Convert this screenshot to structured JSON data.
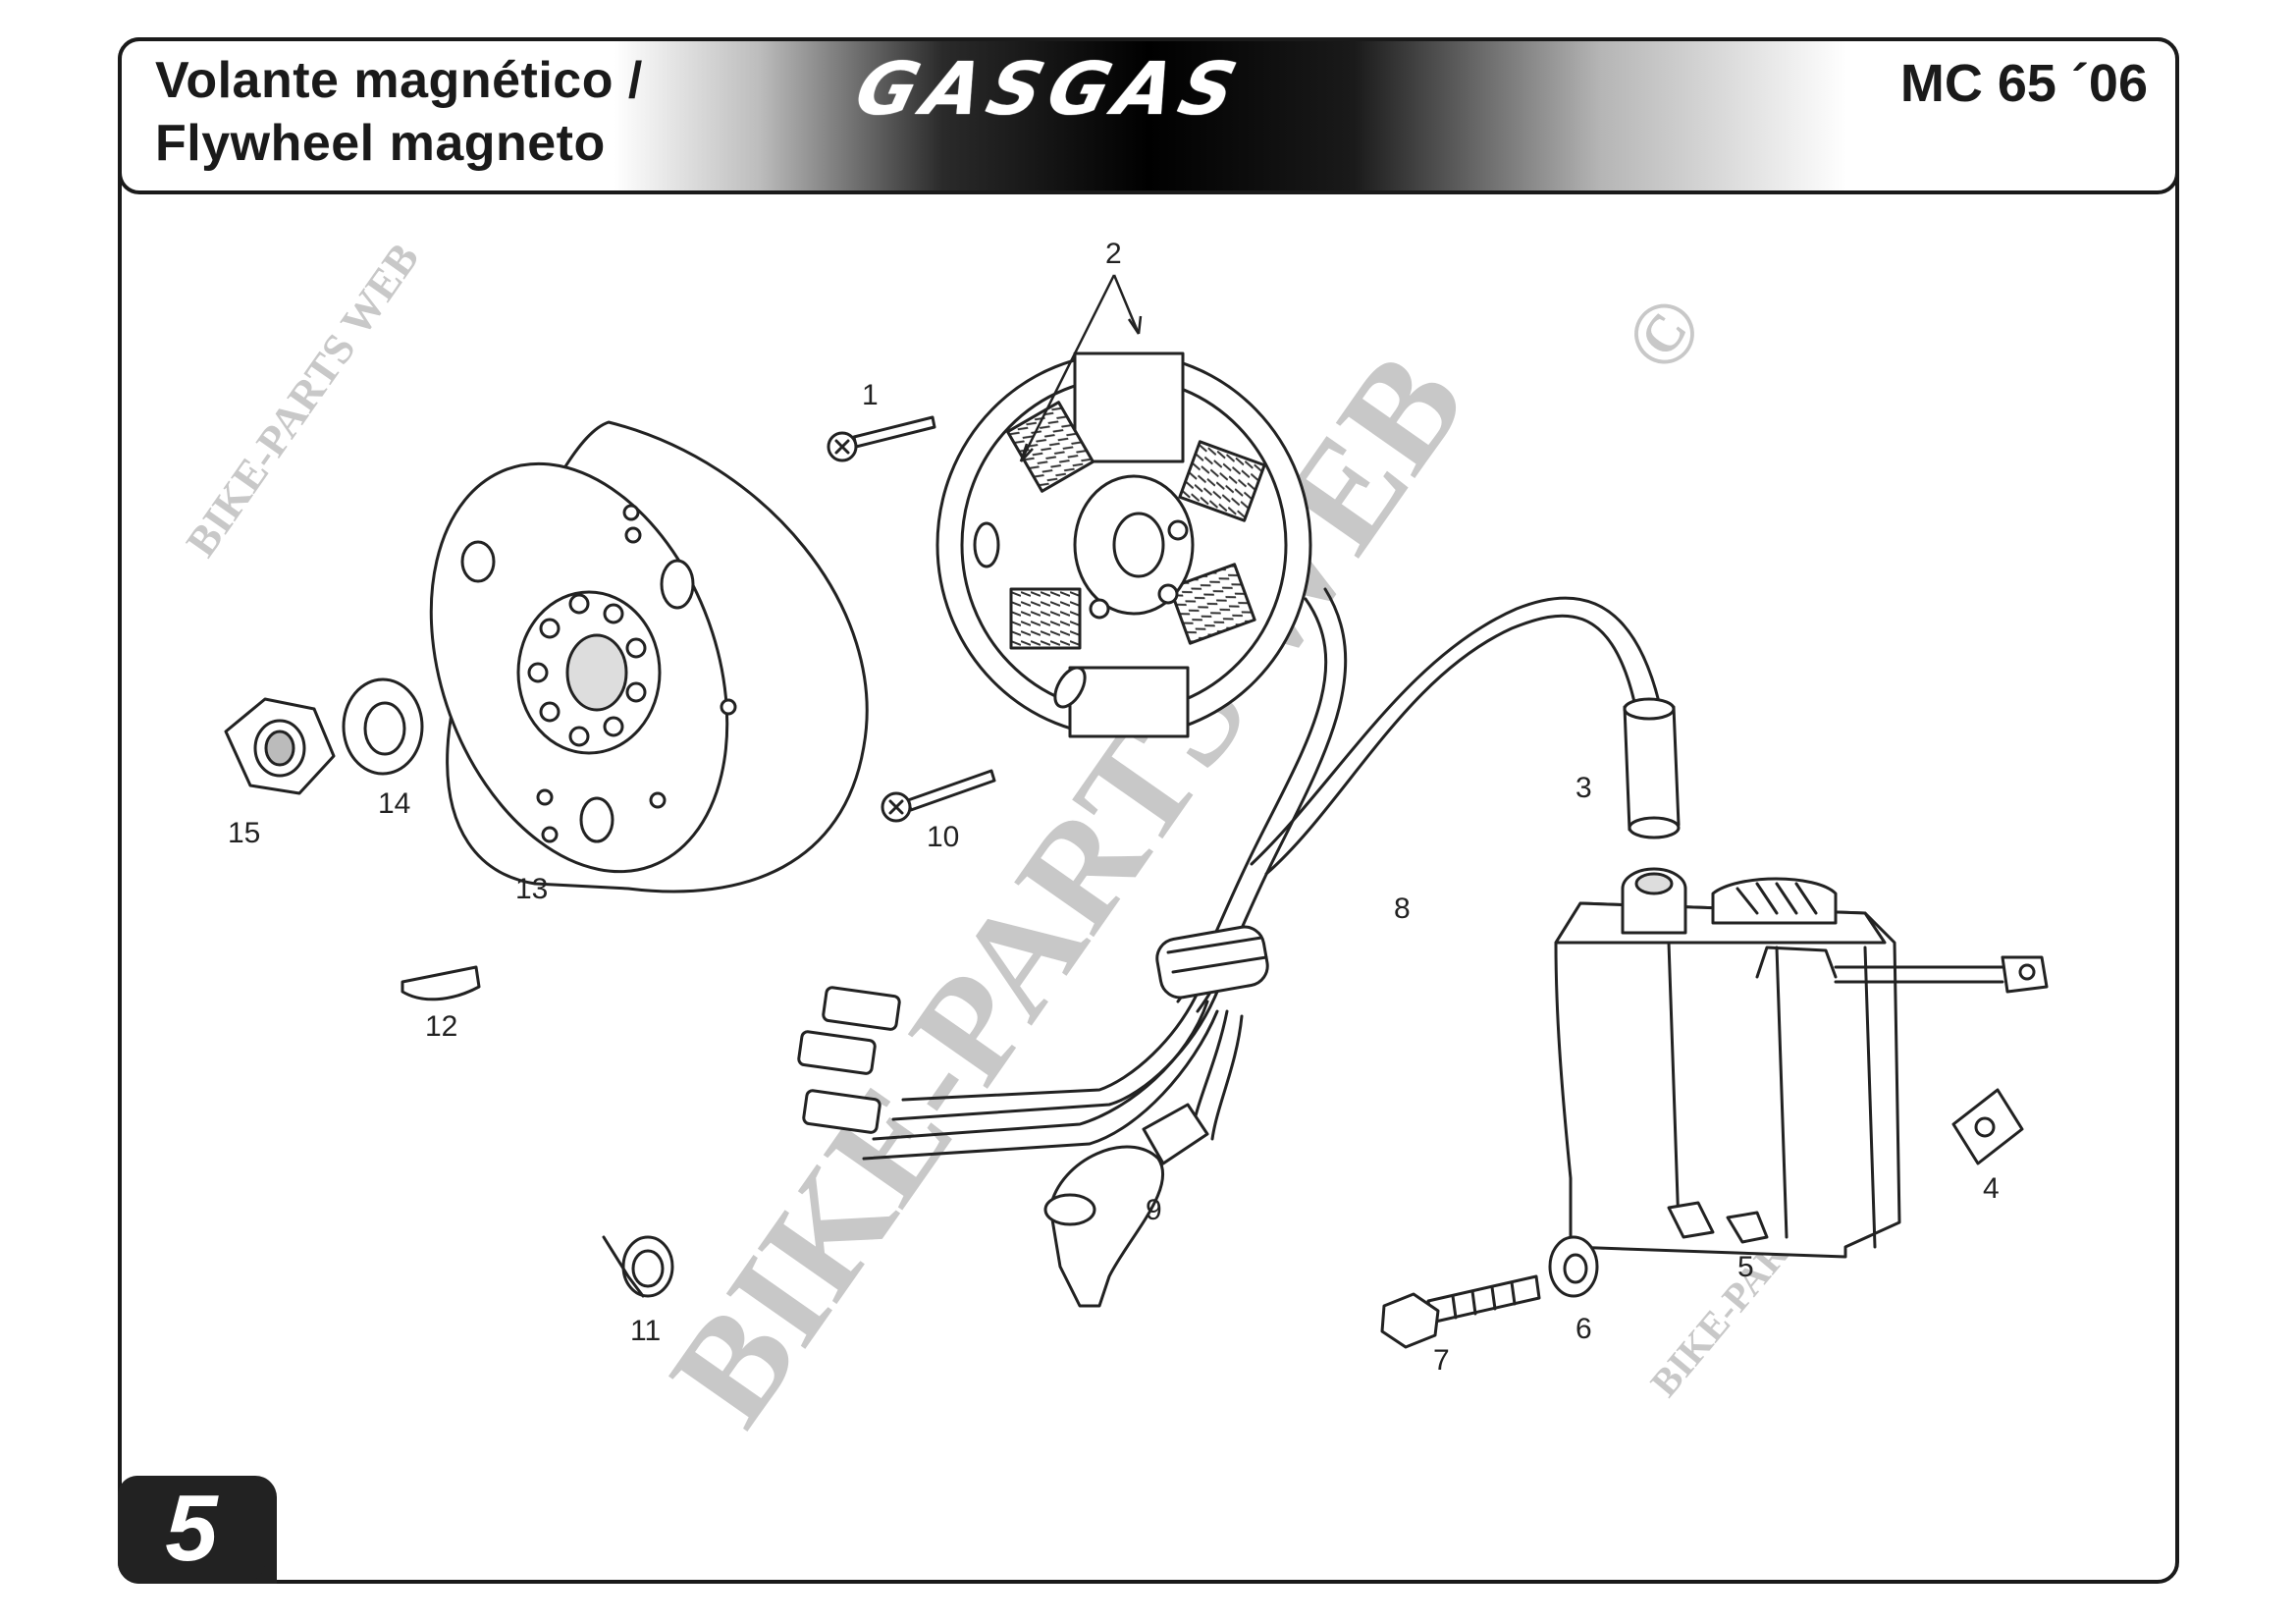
{
  "header": {
    "title_es": "Volante magnético /",
    "title_en": "Flywheel magneto",
    "brand": "GASGAS",
    "model": "MC 65 ´06"
  },
  "page_number": "5",
  "watermark": {
    "main": "BIKE-PARTS WEB",
    "mark": "©"
  },
  "callouts": [
    "1",
    "2",
    "3",
    "4",
    "5",
    "6",
    "7",
    "8",
    "9",
    "10",
    "11",
    "12",
    "13",
    "14",
    "15"
  ]
}
